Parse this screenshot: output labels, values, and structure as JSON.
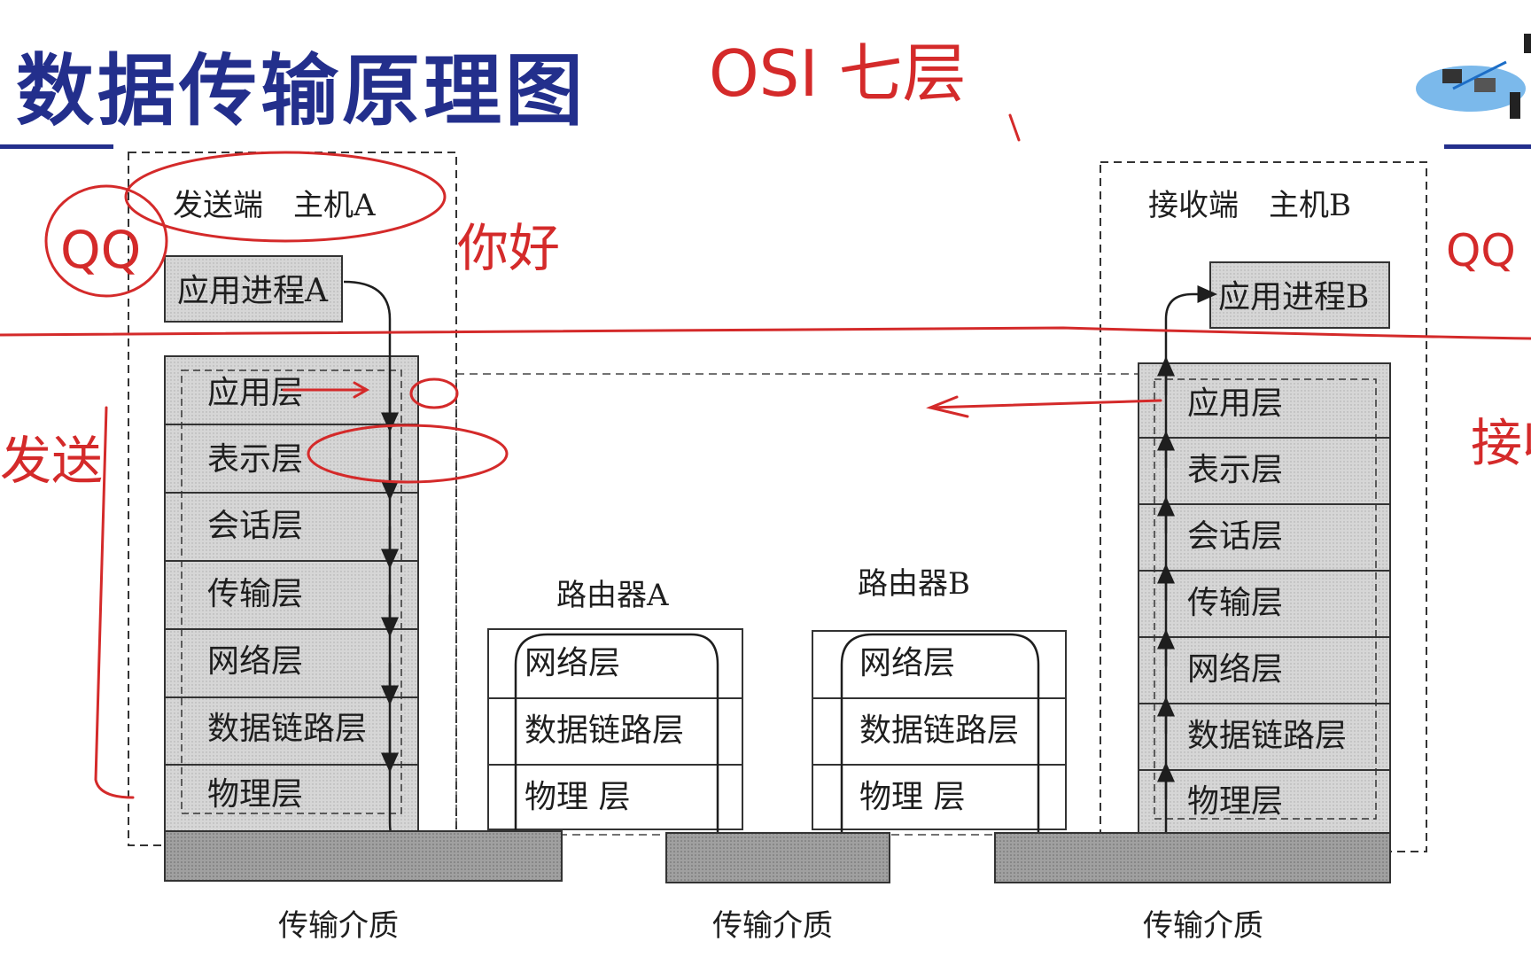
{
  "slide": {
    "title": "数据传输原理图"
  },
  "sender": {
    "title": "发送端　主机A",
    "process": "应用进程A",
    "layers": [
      "应用层",
      "表示层",
      "会话层",
      "传输层",
      "网络层",
      "数据链路层",
      "物理层"
    ]
  },
  "receiver": {
    "title": "接收端　主机B",
    "process": "应用进程B",
    "layers": [
      "应用层",
      "表示层",
      "会话层",
      "传输层",
      "网络层",
      "数据链路层",
      "物理层"
    ]
  },
  "router_a": {
    "title": "路由器A",
    "layers": [
      "网络层",
      "数据链路层",
      "物理 层"
    ]
  },
  "router_b": {
    "title": "路由器B",
    "layers": [
      "网络层",
      "数据链路层",
      "物理 层"
    ]
  },
  "media": {
    "labels": [
      "传输介质",
      "传输介质",
      "传输介质"
    ]
  },
  "annotations": {
    "osi": "OSI 七层",
    "qq_left": "QQ",
    "hello": "你好",
    "qq_right": "QQ",
    "side_left": "发送",
    "side_right": "接收"
  },
  "colors": {
    "title": "#232f8c",
    "ink": "#d42a2a",
    "box_fill": "#d8d8d8",
    "medium_fill": "#9a9a9a"
  }
}
